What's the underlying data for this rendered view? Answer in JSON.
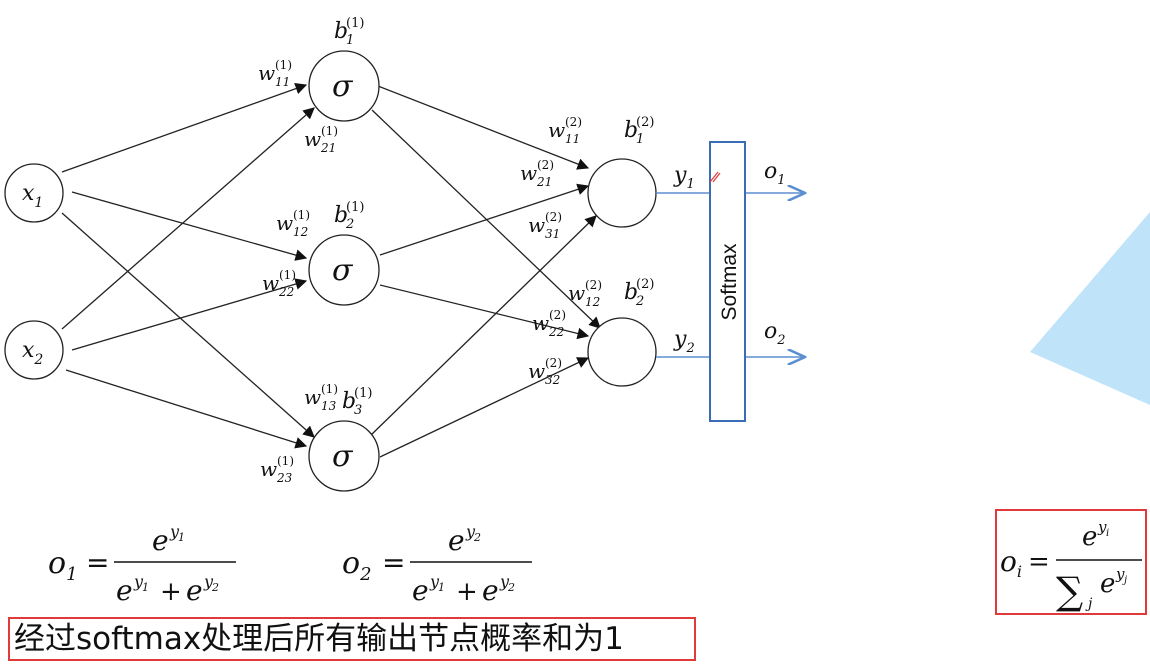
{
  "inputs": [
    {
      "sym": "x",
      "sub": "1"
    },
    {
      "sym": "x",
      "sub": "2"
    }
  ],
  "hidden": {
    "activation": "σ",
    "biases": [
      {
        "sym": "b",
        "sub": "1",
        "sup": "(1)"
      },
      {
        "sym": "b",
        "sub": "2",
        "sup": "(1)"
      },
      {
        "sym": "b",
        "sub": "3",
        "sup": "(1)"
      }
    ]
  },
  "output_biases": [
    {
      "sym": "b",
      "sub": "1",
      "sup": "(2)"
    },
    {
      "sym": "b",
      "sub": "2",
      "sup": "(2)"
    }
  ],
  "weights_layer1": [
    {
      "sym": "w",
      "sub": "11",
      "sup": "(1)"
    },
    {
      "sym": "w",
      "sub": "21",
      "sup": "(1)"
    },
    {
      "sym": "w",
      "sub": "12",
      "sup": "(1)"
    },
    {
      "sym": "w",
      "sub": "22",
      "sup": "(1)"
    },
    {
      "sym": "w",
      "sub": "13",
      "sup": "(1)"
    },
    {
      "sym": "w",
      "sub": "23",
      "sup": "(1)"
    }
  ],
  "weights_layer2": [
    {
      "sym": "w",
      "sub": "11",
      "sup": "(2)"
    },
    {
      "sym": "w",
      "sub": "21",
      "sup": "(2)"
    },
    {
      "sym": "w",
      "sub": "31",
      "sup": "(2)"
    },
    {
      "sym": "w",
      "sub": "12",
      "sup": "(2)"
    },
    {
      "sym": "w",
      "sub": "22",
      "sup": "(2)"
    },
    {
      "sym": "w",
      "sub": "32",
      "sup": "(2)"
    }
  ],
  "pre_softmax": [
    {
      "sym": "y",
      "sub": "1"
    },
    {
      "sym": "y",
      "sub": "2"
    }
  ],
  "softmax_label": "Softmax",
  "outputs": [
    {
      "sym": "o",
      "sub": "1"
    },
    {
      "sym": "o",
      "sub": "2"
    }
  ],
  "formulas": {
    "o1_lhs": {
      "sym": "o",
      "sub": "1"
    },
    "o2_lhs": {
      "sym": "o",
      "sub": "2"
    },
    "equals": "=",
    "plus": "+",
    "base": "e",
    "o1_num_exp": {
      "sym": "y",
      "sub": "1"
    },
    "o2_num_exp": {
      "sym": "y",
      "sub": "2"
    },
    "den_exp_1": {
      "sym": "y",
      "sub": "1"
    },
    "den_exp_2": {
      "sym": "y",
      "sub": "2"
    },
    "general_lhs": {
      "sym": "o",
      "sub": "i"
    },
    "general_num_exp": {
      "sym": "y",
      "sub": "i"
    },
    "general_sum": "∑",
    "general_sum_index": "j",
    "general_den_exp": {
      "sym": "y",
      "sub": "j"
    }
  },
  "caption": "经过softmax处理后所有输出节点概率和为1",
  "colors": {
    "highlight_border": "#e03a3a",
    "softmax_border": "#3a6db5",
    "output_line": "#5b8fd0",
    "decor_triangle": "#bfe4f9"
  }
}
